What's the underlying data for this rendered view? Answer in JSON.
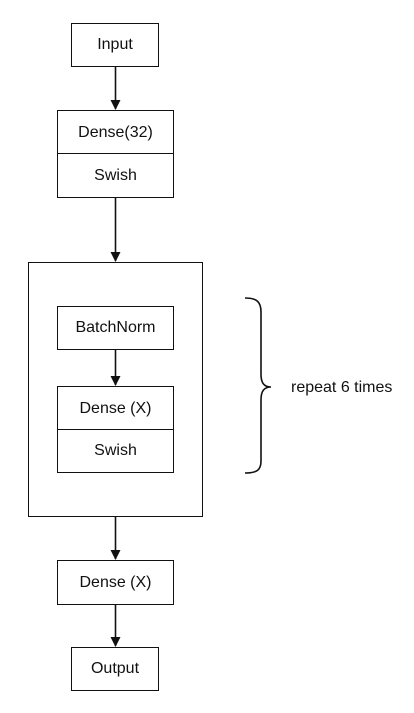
{
  "diagram": {
    "nodes": {
      "input": "Input",
      "dense32": "Dense(32)",
      "swish_top": "Swish",
      "batchnorm": "BatchNorm",
      "dense_x_inner": "Dense (X)",
      "swish_inner": "Swish",
      "dense_x_out": "Dense (X)",
      "output": "Output"
    },
    "repeat_label": "repeat 6 times",
    "colors": {
      "stroke": "#111111",
      "background": "#ffffff"
    }
  }
}
